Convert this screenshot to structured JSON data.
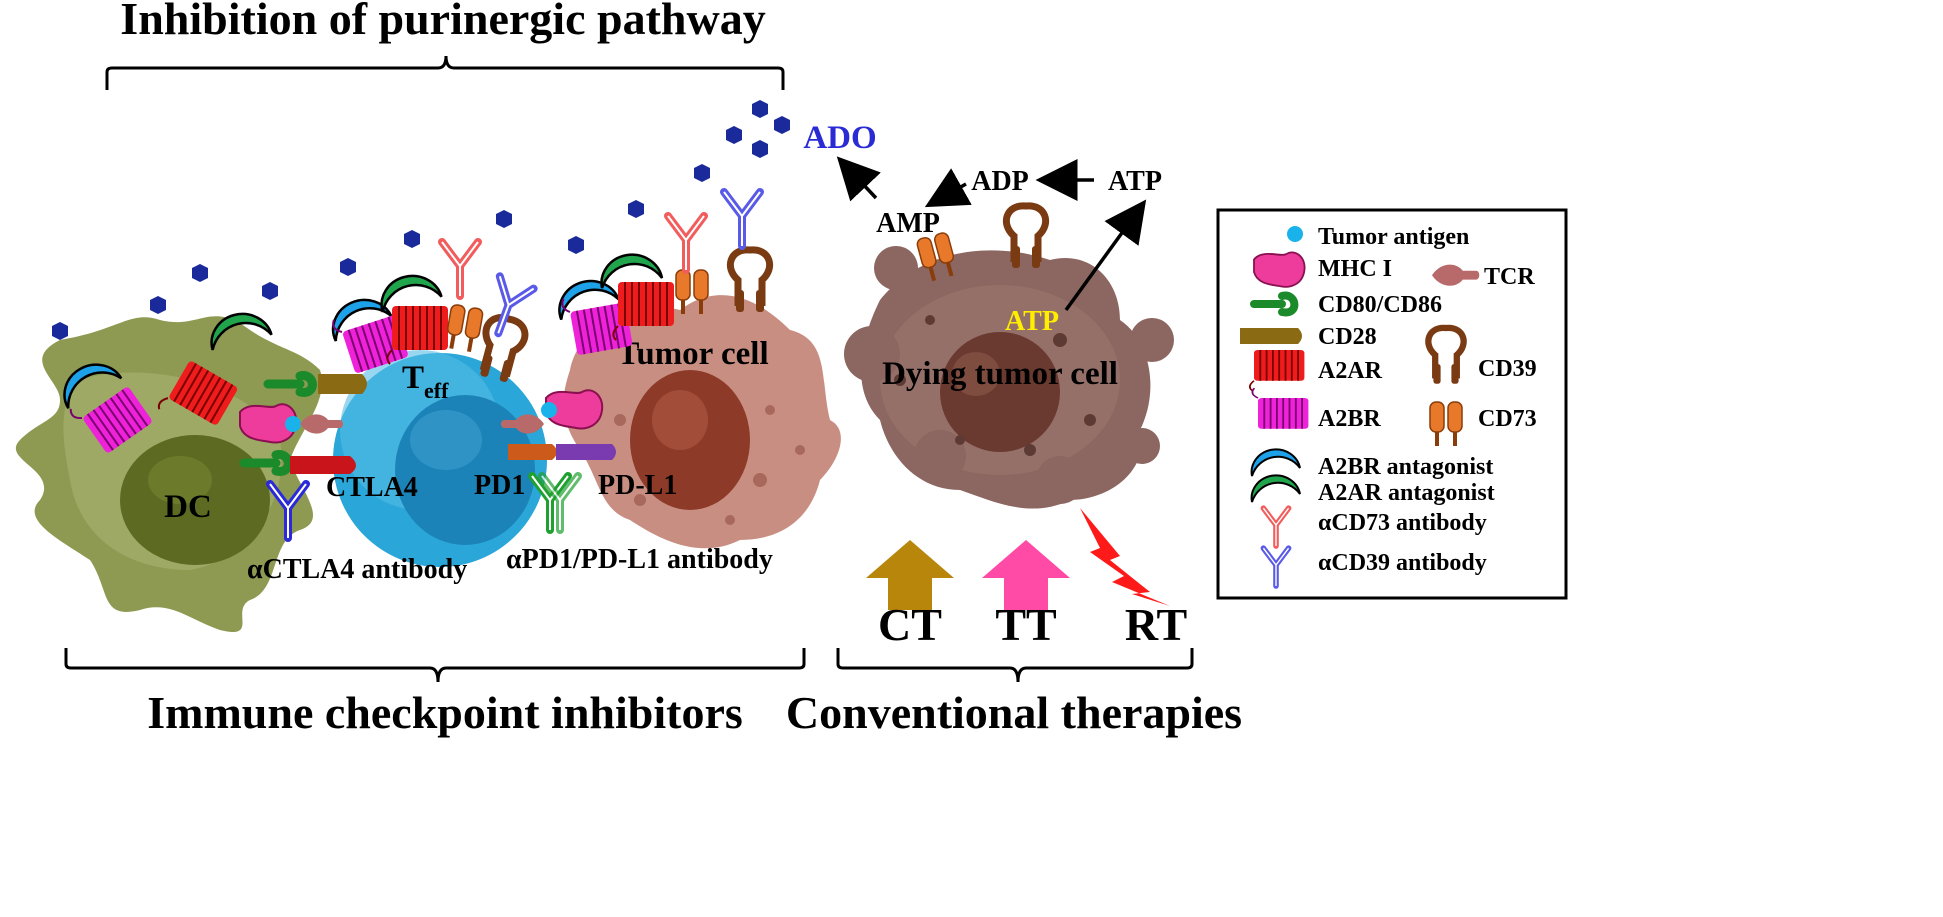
{
  "titles": {
    "top": "Inhibition of purinergic pathway",
    "bottom_left": "Immune checkpoint inhibitors",
    "bottom_right": "Conventional therapies"
  },
  "cells": {
    "dc": "DC",
    "teff_main": "T",
    "teff_sub": "eff",
    "tumor": "Tumor cell",
    "dying": "Dying tumor cell"
  },
  "labels": {
    "ctla4": "CTLA4",
    "pd1": "PD1",
    "pdl1": "PD-L1",
    "actla4_ab": "αCTLA4 antibody",
    "apd1_ab": "αPD1/PD-L1 antibody",
    "ado": "ADO",
    "amp": "AMP",
    "adp": "ADP",
    "atp_out": "ATP",
    "atp_in": "ATP"
  },
  "therapies": {
    "ct": "CT",
    "tt": "TT",
    "rt": "RT"
  },
  "legend": {
    "tumor_antigen": "Tumor antigen",
    "mhc1": "MHC I",
    "tcr": "TCR",
    "cd80": "CD80/CD86",
    "cd28": "CD28",
    "a2ar": "A2AR",
    "cd39": "CD39",
    "a2br": "A2BR",
    "cd73": "CD73",
    "a2br_ant": "A2BR antagonist",
    "a2ar_ant": "A2AR antagonist",
    "acd73": "αCD73 antibody",
    "acd39": "αCD39 antibody"
  },
  "colors": {
    "ado_text": "#2b2bd6",
    "atp_inside": "#ffee00",
    "dc": "#8e9a52",
    "teff": "#2aa6d8",
    "tumor": "#c98e82",
    "dying": "#8c6660",
    "a2ar": "#ee1c1c",
    "a2br": "#e822d6",
    "cd39": "#7a3a12",
    "cd73": "#e8792a",
    "ct_arrow": "#b8860b",
    "tt_arrow": "#ff4aa6",
    "rt_bolt": "#ff1a1a"
  }
}
